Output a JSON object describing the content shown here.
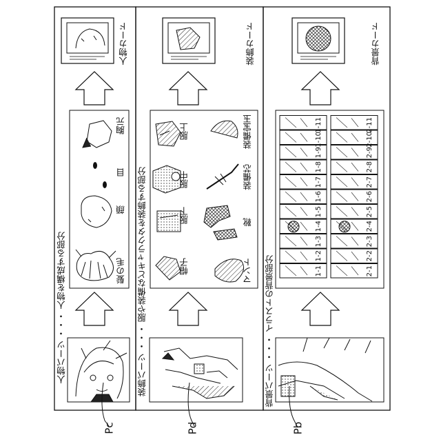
{
  "panels": [
    {
      "ref": "Pc",
      "header": "人物パーツ ・・・ 人物を構成する部分",
      "parts": [
        "髪の毛",
        "顔",
        "目",
        "胸元"
      ],
      "card": "人物カード"
    },
    {
      "ref": "Pd",
      "header": "装飾パーツ ・・・ 服や装備などキャラクタを装飾する部分",
      "parts": [
        "帽子",
        "服下",
        "服中",
        "服上",
        "マント",
        "靴",
        "装備芯",
        "装備宝玉"
      ],
      "card": "装飾カード"
    },
    {
      "ref": "Pb",
      "header": "背景パーツ ・・・ イラストの背景部分",
      "grid_labels": [
        "1-1",
        "1-2",
        "1-3",
        "1-4",
        "1-5",
        "1-6",
        "1-7",
        "1-8",
        "1-9",
        "1-10",
        "1-11",
        "2-1",
        "2-2",
        "2-3",
        "2-4",
        "2-5",
        "2-6",
        "2-7",
        "2-8",
        "2-9",
        "2-10",
        "2-11"
      ],
      "card": "背景カード"
    }
  ]
}
